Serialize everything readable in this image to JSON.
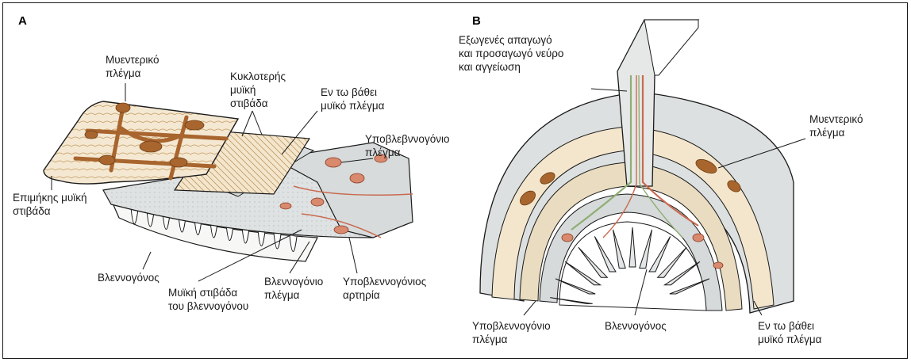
{
  "panels": {
    "a": "A",
    "b": "B"
  },
  "panel_a": {
    "myenteric": "Μυεντερικό\nπλέγμα",
    "circular_muscle": "Κυκλοτερής\nμυϊκή\nστιβάδα",
    "deep_muscular": "Εν τω βάθει\nμυϊκό πλέγμα",
    "submucosal_plexus": "Υποβλεβννογόνιο\nπλέγμα",
    "longitudinal_muscle": "Επιμήκης μυϊκή\nστιβάδα",
    "mucosa": "Βλεννογόνος",
    "muscularis_mucosae": "Μυϊκή στιβάδα\nτου βλεννογόνου",
    "mucosal_plexus": "Βλεννογόνιο\nπλέγμα",
    "submucosal_artery": "Υποβλεννογόνιος\nαρτηρία"
  },
  "panel_b": {
    "extrinsic": "Εξωγενές απαγωγό\nκαι προσαγωγό νεύρο\nκαι αγγείωση",
    "myenteric": "Μυεντερικό\nπλέγμα",
    "submucosal": "Υποβλεννογόνιο\nπλέγμα",
    "mucosa": "Βλεννογόνος",
    "deep_muscular": "Εν τω βάθει\nμυϊκό πλέγμα"
  },
  "colors": {
    "outline": "#1a1a1a",
    "muscle_gray": "#d9dcdc",
    "plexus_brown": "#b07a3a",
    "ganglion": "#a8652e",
    "vessel_red": "#c96a50",
    "nerve_green": "#8fae74",
    "muscle_fill": "#f1e3c8"
  }
}
